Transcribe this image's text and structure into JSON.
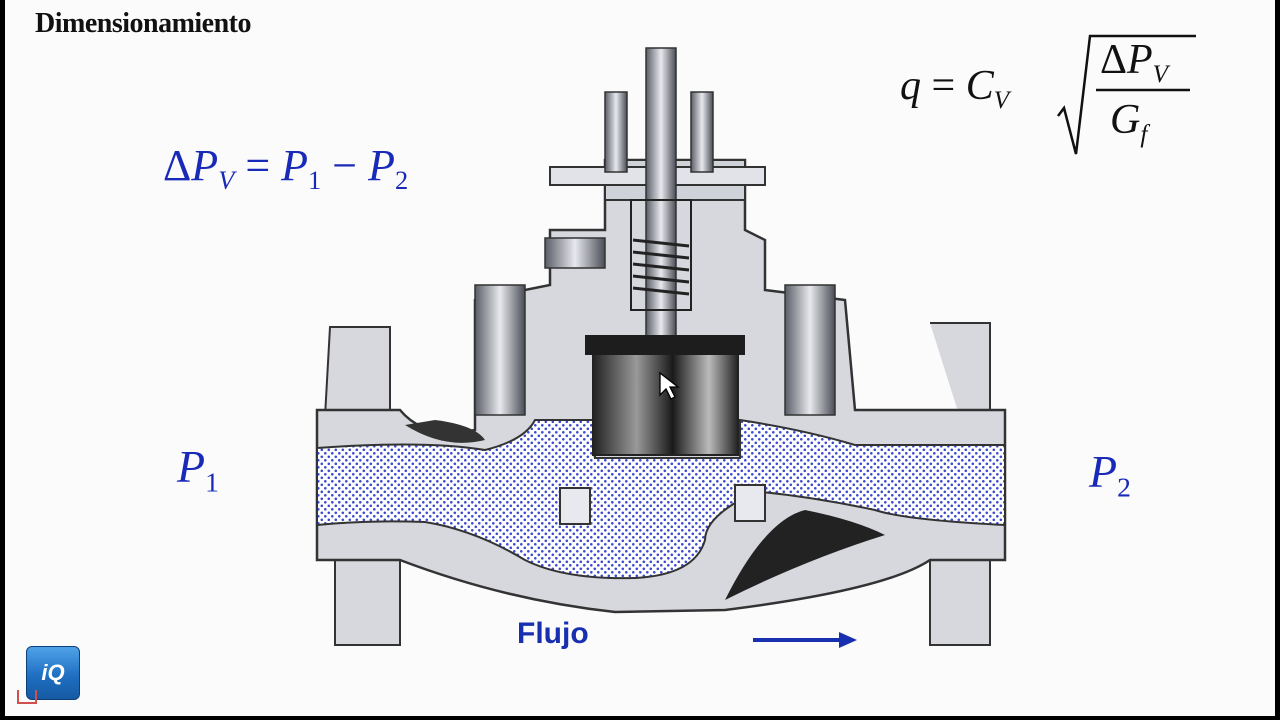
{
  "title": "Dimensionamiento",
  "equation_dp": {
    "delta": "Δ",
    "P": "P",
    "V": "V",
    "eq": " = ",
    "P1": "P",
    "one": "1",
    "minus": " − ",
    "P2": "P",
    "two": "2"
  },
  "equation_flow": {
    "q": "q",
    "eq": " = ",
    "C": "C",
    "V": "V",
    "num_delta": "Δ",
    "num_P": "P",
    "num_V": "V",
    "den_G": "G",
    "den_f": "f"
  },
  "labels": {
    "p1_letter": "P",
    "p1_sub": "1",
    "p2_letter": "P",
    "p2_sub": "2",
    "flow": "Flujo"
  },
  "logo": {
    "text": "iQ"
  },
  "colors": {
    "accent_blue": "#1a2ab8",
    "fluid": "#3a4ad0",
    "body_gray": "#d6d8de",
    "logo_blue": "#1f6fc2"
  },
  "icons": [
    "flow-arrow-icon",
    "mouse-cursor-icon"
  ]
}
